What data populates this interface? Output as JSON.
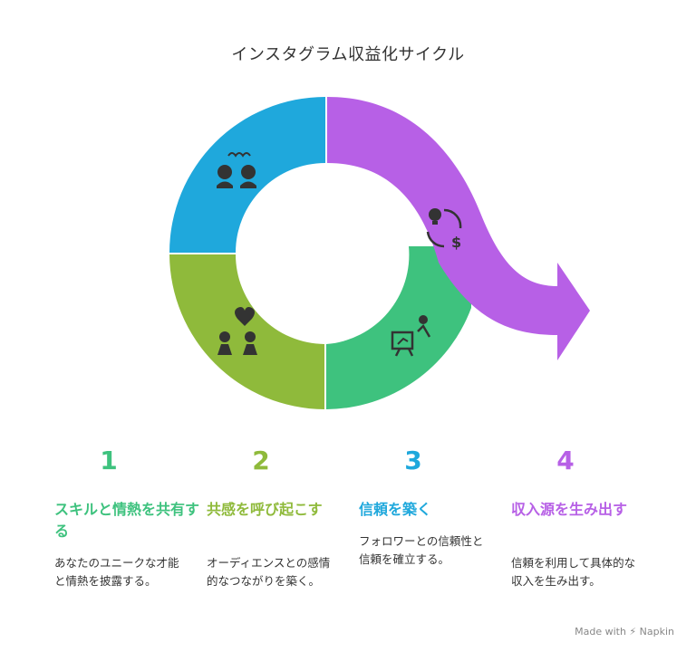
{
  "title": "インスタグラム収益化サイクル",
  "colors": {
    "green": "#3ec27e",
    "lime": "#8fba3b",
    "blue": "#1fa8dc",
    "purple": "#b760e6",
    "icon": "#333333"
  },
  "steps": [
    {
      "number": "1",
      "heading": "スキルと情熱を共有する",
      "description": "あなたのユニークな才能と情熱を披露する。",
      "icon": "people-sharing-icon",
      "color": "green"
    },
    {
      "number": "2",
      "heading": "共感を呼び起こす",
      "description": "オーディエンスとの感情的なつながりを築く。",
      "icon": "people-heart-icon",
      "color": "lime"
    },
    {
      "number": "3",
      "heading": "信頼を築く",
      "description": "フォロワーとの信頼性と信頼を確立する。",
      "icon": "presentation-icon",
      "color": "blue"
    },
    {
      "number": "4",
      "heading": "収入源を生み出す",
      "description": "信頼を利用して具体的な収入を生み出す。",
      "icon": "idea-money-cycle-icon",
      "color": "purple"
    }
  ],
  "footer": "Made with ⚡ Napkin"
}
